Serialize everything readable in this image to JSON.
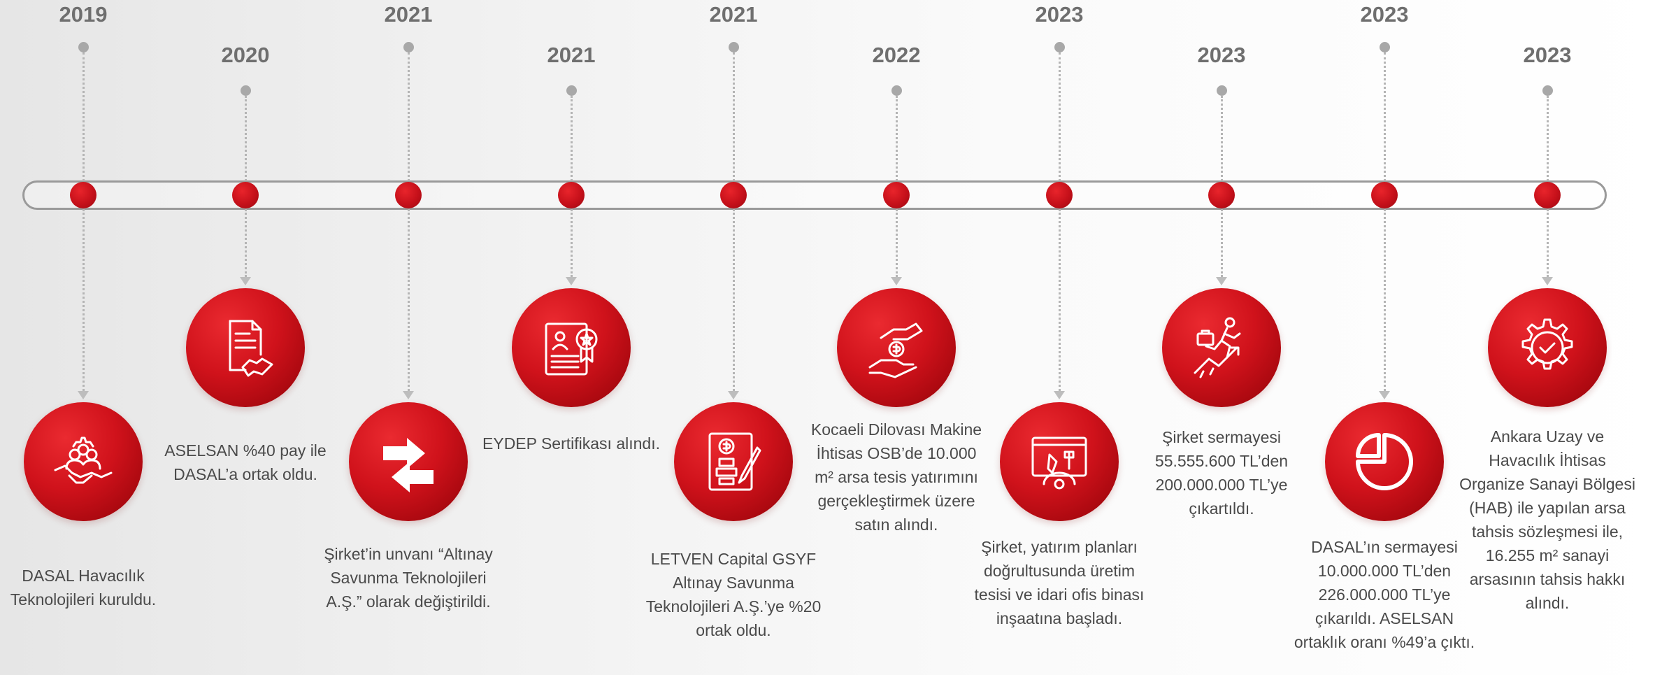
{
  "milestones": [
    {
      "year": "2019",
      "icon": "team-handshake-gear-icon",
      "description": "DASAL Havacılık Teknolojileri kuruldu."
    },
    {
      "year": "2020",
      "icon": "contract-handshake-icon",
      "description": "ASELSAN %40 pay ile DASAL’a ortak oldu."
    },
    {
      "year": "2021",
      "icon": "exchange-arrows-icon",
      "description": "Şirket’in unvanı “Altınay Savunma Teknolojileri A.Ş.” olarak değiştirildi."
    },
    {
      "year": "2021",
      "icon": "certificate-icon",
      "description": "EYDEP Sertifikası alındı."
    },
    {
      "year": "2021",
      "icon": "investment-document-icon",
      "description": "LETVEN Capital GSYF Altınay Savunma Teknolojileri A.Ş.’ye %20 ortak oldu."
    },
    {
      "year": "2022",
      "icon": "hand-money-icon",
      "description": "Kocaeli Dilovası Makine İhtisas OSB’de 10.000 m² arsa tesis yatırımını gerçekleştirmek üzere satın alındı."
    },
    {
      "year": "2023",
      "icon": "construction-tools-icon",
      "description": "Şirket, yatırım planları doğrultusunda üretim tesisi ve idari ofis binası inşaatına başladı."
    },
    {
      "year": "2023",
      "icon": "growth-runner-icon",
      "description": "Şirket sermayesi 55.555.600 TL’den 200.000.000 TL’ye çıkartıldı."
    },
    {
      "year": "2023",
      "icon": "pie-chart-icon",
      "description": "DASAL’ın sermayesi 10.000.000 TL’den 226.000.000 TL’ye çıkarıldı. ASELSAN ortaklık oranı %49’a çıktı."
    },
    {
      "year": "2023",
      "icon": "gear-check-icon",
      "description": "Ankara Uzay ve Havacılık İhtisas Organize Sanayi Bölgesi (HAB) ile yapılan arsa tahsis sözleşmesi ile, 16.255 m² sanayi arsasının tahsis hakkı alındı."
    }
  ],
  "colors": {
    "accent": "#d0121b",
    "year_text": "#6f6f6f",
    "body_text": "#4a4a4a",
    "connector": "#b5b5b5"
  }
}
